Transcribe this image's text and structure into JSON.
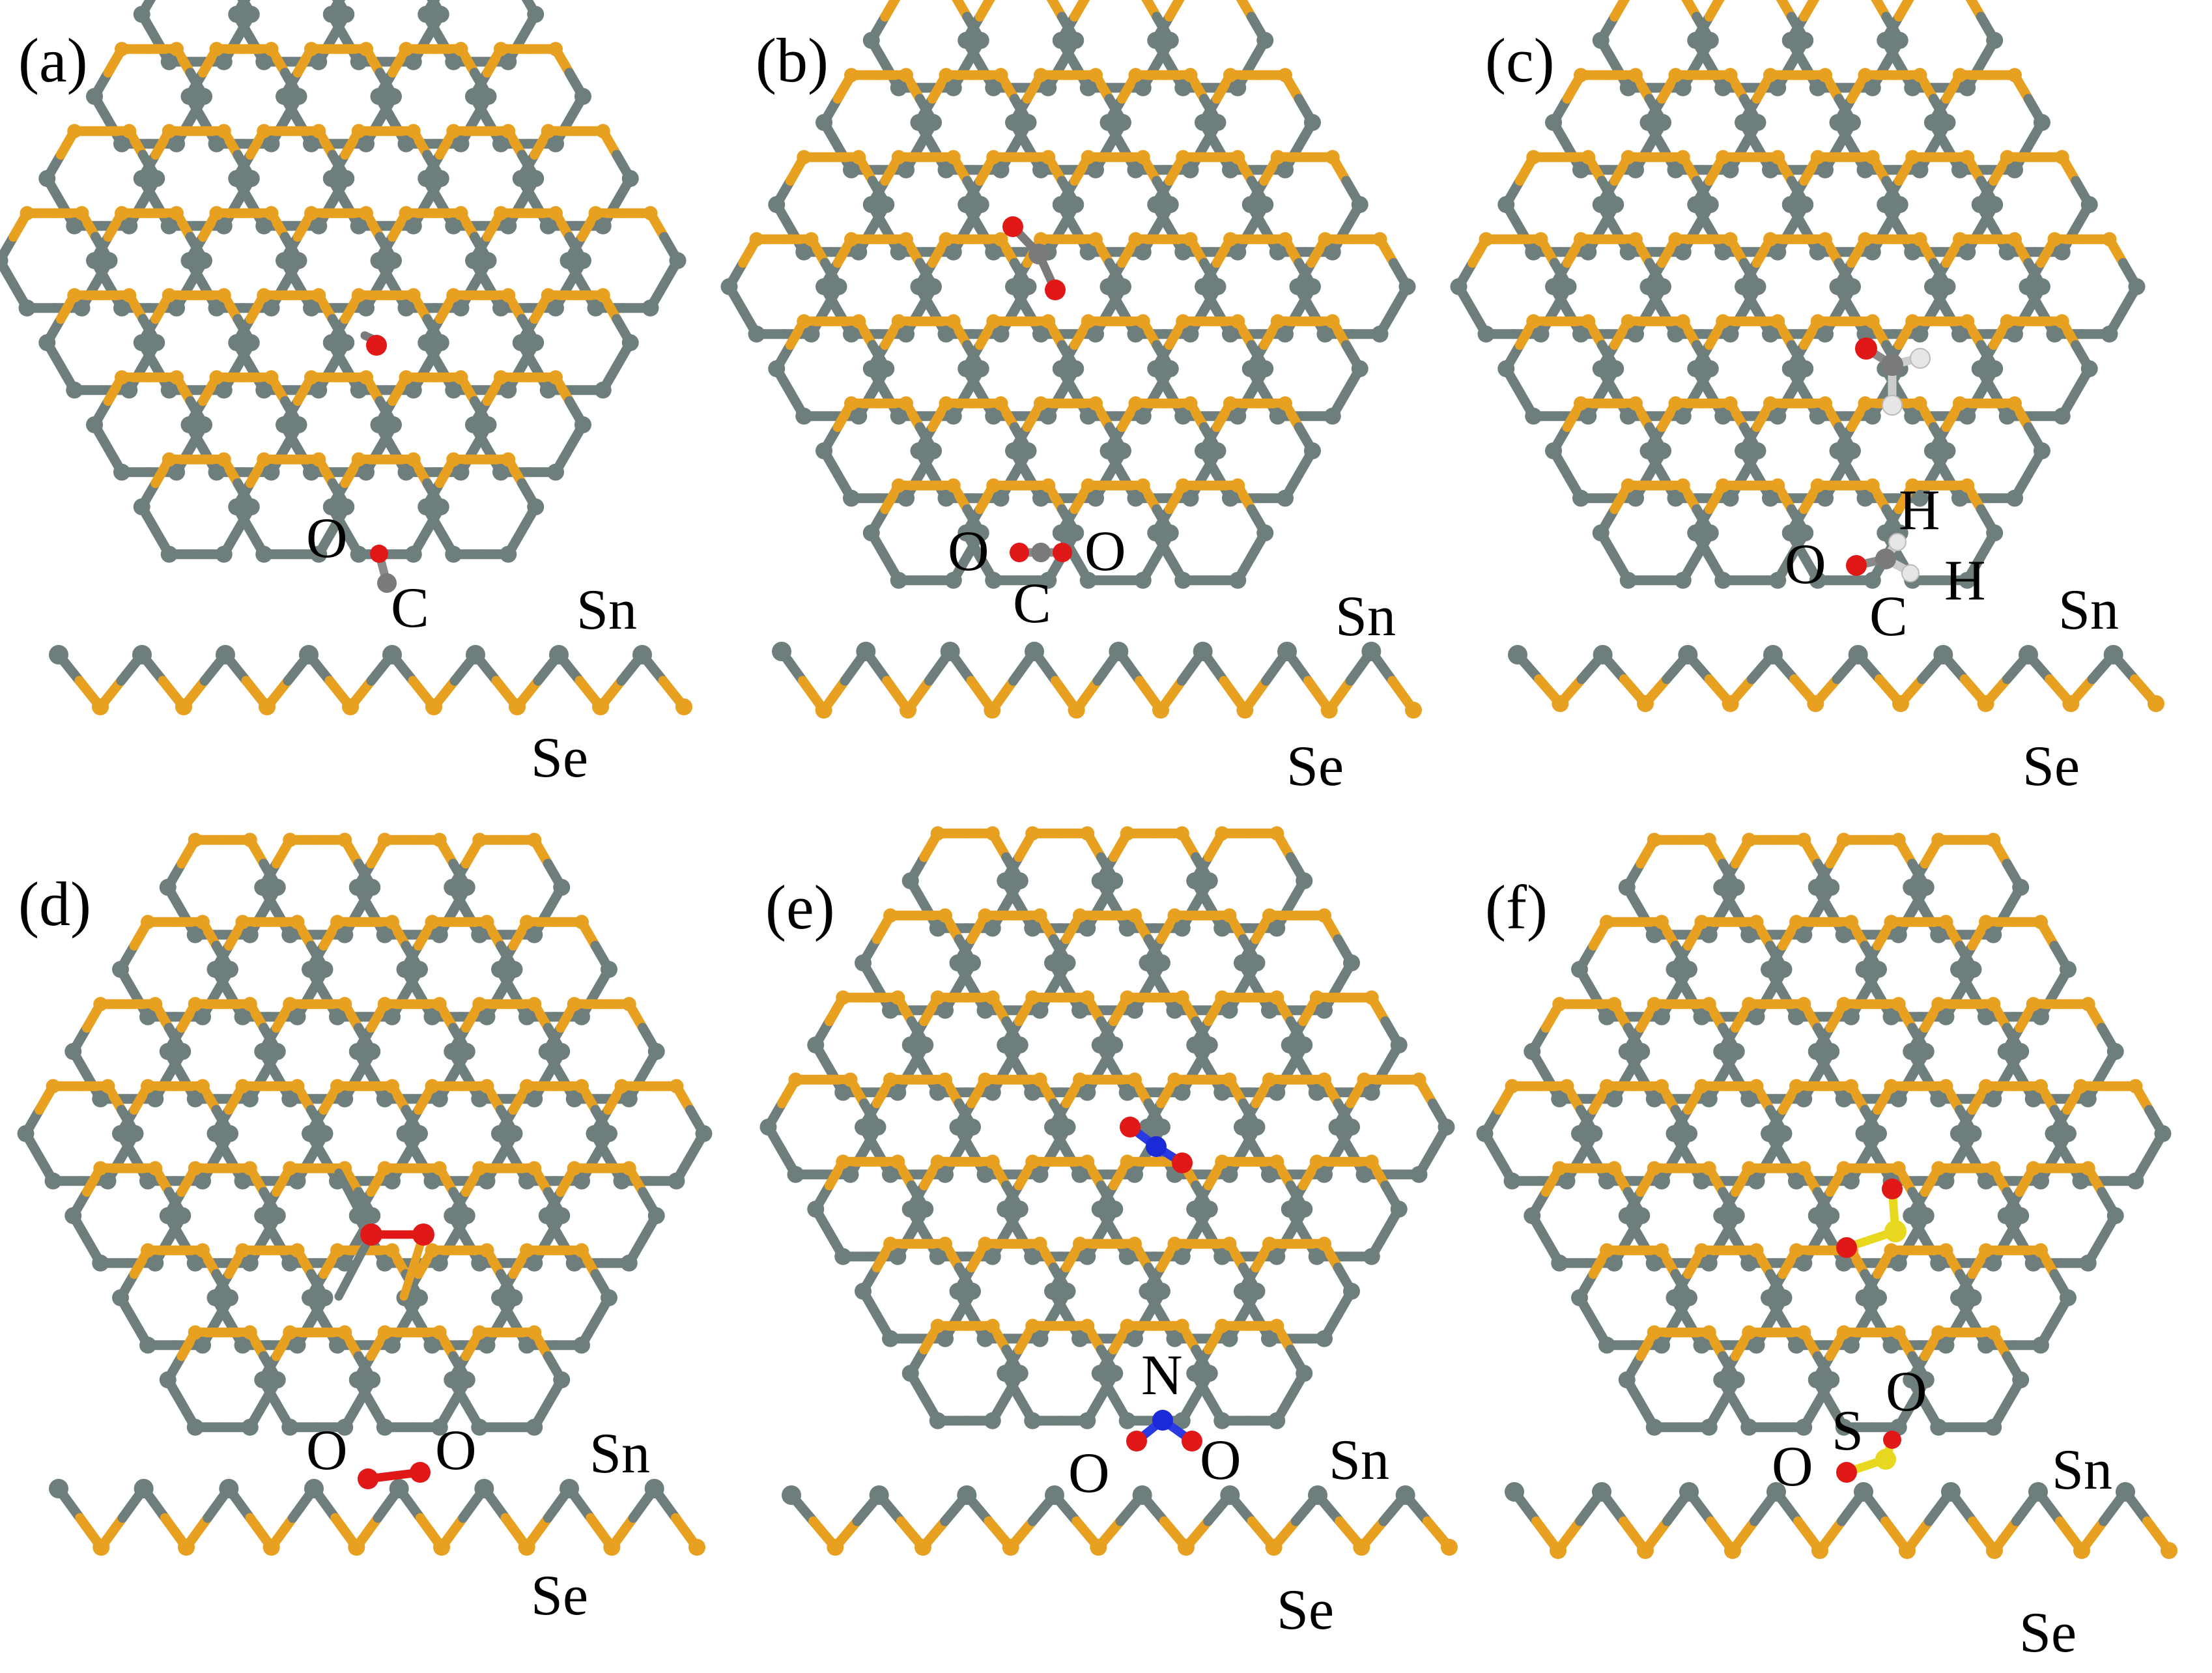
{
  "colors": {
    "Sn": "#6e7e7c",
    "Se": "#e8a020",
    "O": "#e01818",
    "C": "#7a7a7a",
    "H": "#e6e6e6",
    "N": "#1a2ad8",
    "S": "#e8d820",
    "ink": "#000000"
  },
  "panels": [
    {
      "label": "(a)",
      "molecule": "CO",
      "species": {
        "sn": "Sn",
        "se": "Se"
      },
      "side_atoms": [
        "O",
        "C"
      ]
    },
    {
      "label": "(b)",
      "molecule": "CO2",
      "species": {
        "sn": "Sn",
        "se": "Se"
      },
      "side_atoms": [
        "O",
        "O",
        "C"
      ]
    },
    {
      "label": "(c)",
      "molecule": "HCHO",
      "species": {
        "sn": "Sn",
        "se": "Se"
      },
      "side_atoms": [
        "H",
        "O",
        "H",
        "C"
      ]
    },
    {
      "label": "(d)",
      "molecule": "O2",
      "species": {
        "sn": "Sn",
        "se": "Se"
      },
      "side_atoms": [
        "O",
        "O"
      ]
    },
    {
      "label": "(e)",
      "molecule": "NO2",
      "species": {
        "sn": "Sn",
        "se": "Se"
      },
      "side_atoms": [
        "N",
        "O",
        "O"
      ]
    },
    {
      "label": "(f)",
      "molecule": "SO2",
      "species": {
        "sn": "Sn",
        "se": "Se"
      },
      "side_atoms": [
        "O",
        "S",
        "O"
      ]
    }
  ]
}
